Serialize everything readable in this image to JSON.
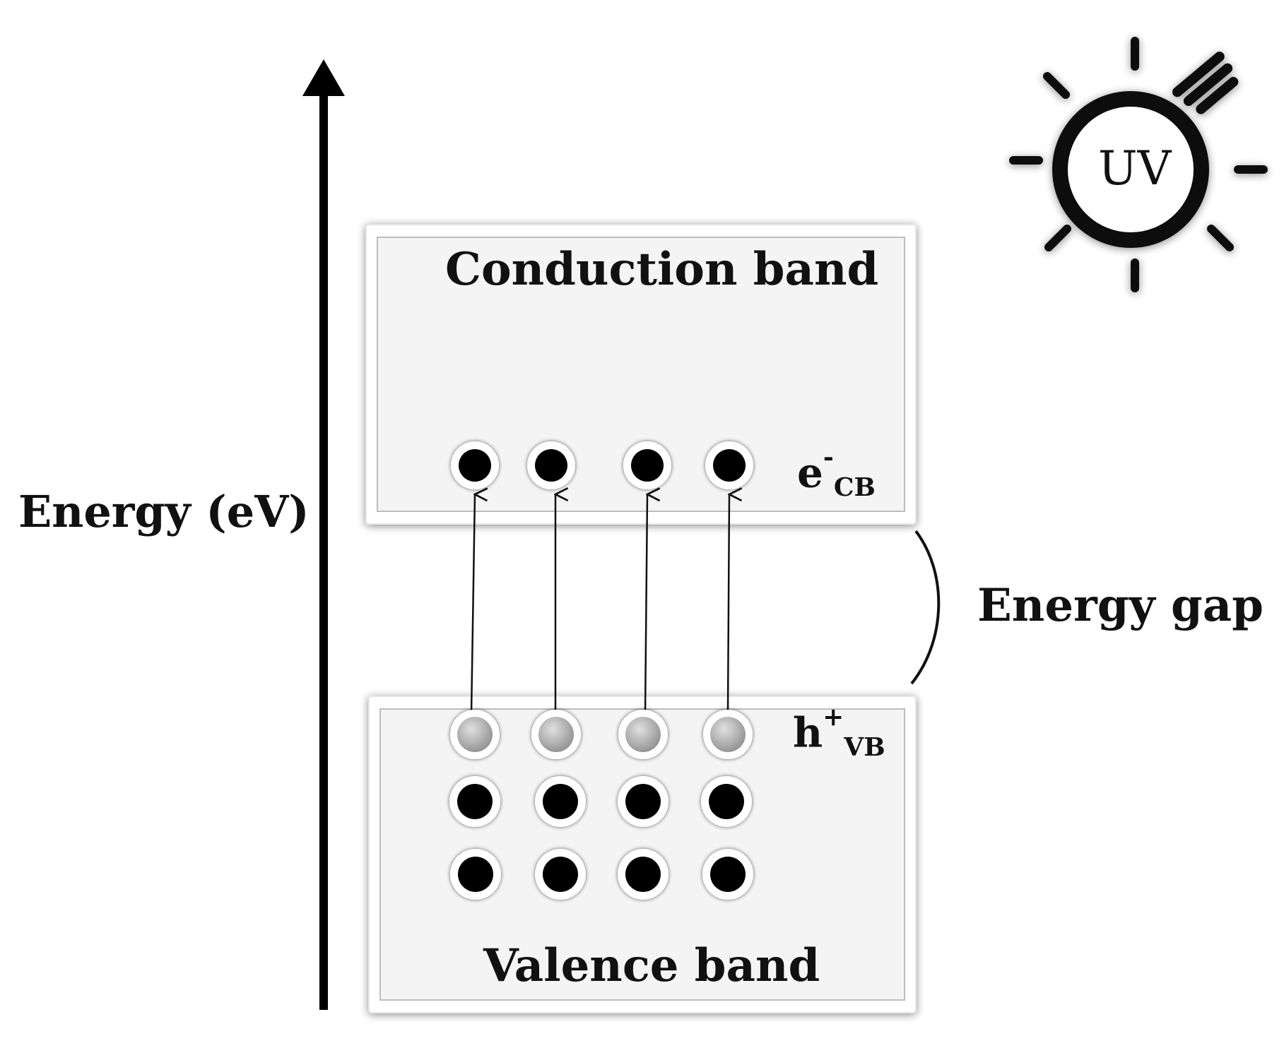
{
  "axis": {
    "label": "Energy (eV)"
  },
  "conduction_band": {
    "label": "Conduction band"
  },
  "valence_band": {
    "label": "Valence band"
  },
  "gap": {
    "label": "Energy gap"
  },
  "uv_source": {
    "label": "UV"
  },
  "electron_label": {
    "base": "e",
    "sup": "-",
    "sub": "CB"
  },
  "hole_label": {
    "base": "h",
    "sup": "+",
    "sub": "VB"
  },
  "counts": {
    "excited_electrons": 4,
    "holes": 4,
    "valence_rows_filled": 2
  }
}
